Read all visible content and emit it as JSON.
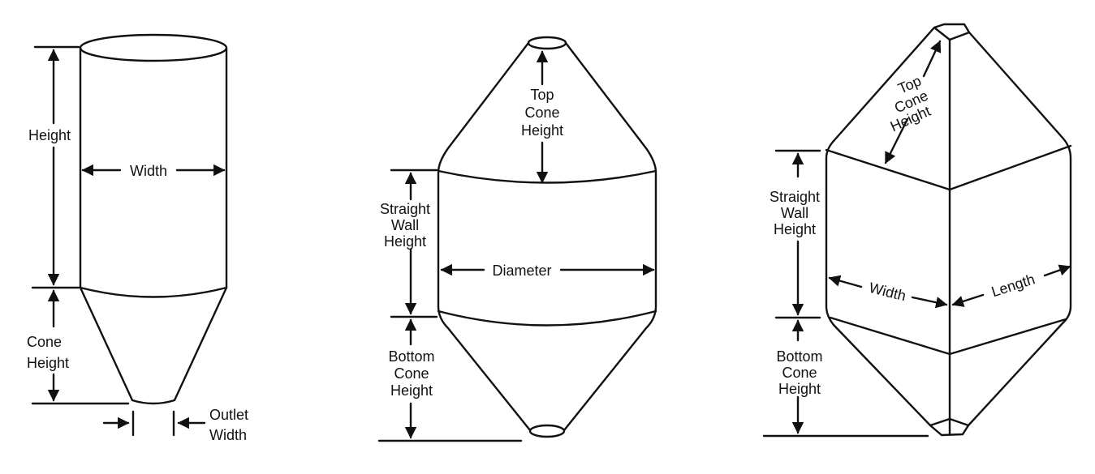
{
  "diagrams": [
    {
      "name": "cylindrical-silo-single-cone",
      "labels": {
        "height": "Height",
        "width": "Width",
        "cone_height": [
          "Cone",
          "Height"
        ],
        "outlet_width": [
          "Outlet",
          "Width"
        ]
      }
    },
    {
      "name": "cylindrical-silo-double-cone",
      "labels": {
        "top_cone_height": [
          "Top",
          "Cone",
          "Height"
        ],
        "straight_wall_height": [
          "Straight",
          "Wall",
          "Height"
        ],
        "diameter": "Diameter",
        "bottom_cone_height": [
          "Bottom",
          "Cone",
          "Height"
        ]
      }
    },
    {
      "name": "rectangular-silo-double-pyramid",
      "labels": {
        "top_cone_height": [
          "Top",
          "Cone",
          "Height"
        ],
        "straight_wall_height": [
          "Straight",
          "Wall",
          "Height"
        ],
        "width": "Width",
        "length": "Length",
        "bottom_cone_height": [
          "Bottom",
          "Cone",
          "Height"
        ]
      }
    }
  ],
  "colors": {
    "stroke": "#111111",
    "background": "#ffffff"
  }
}
